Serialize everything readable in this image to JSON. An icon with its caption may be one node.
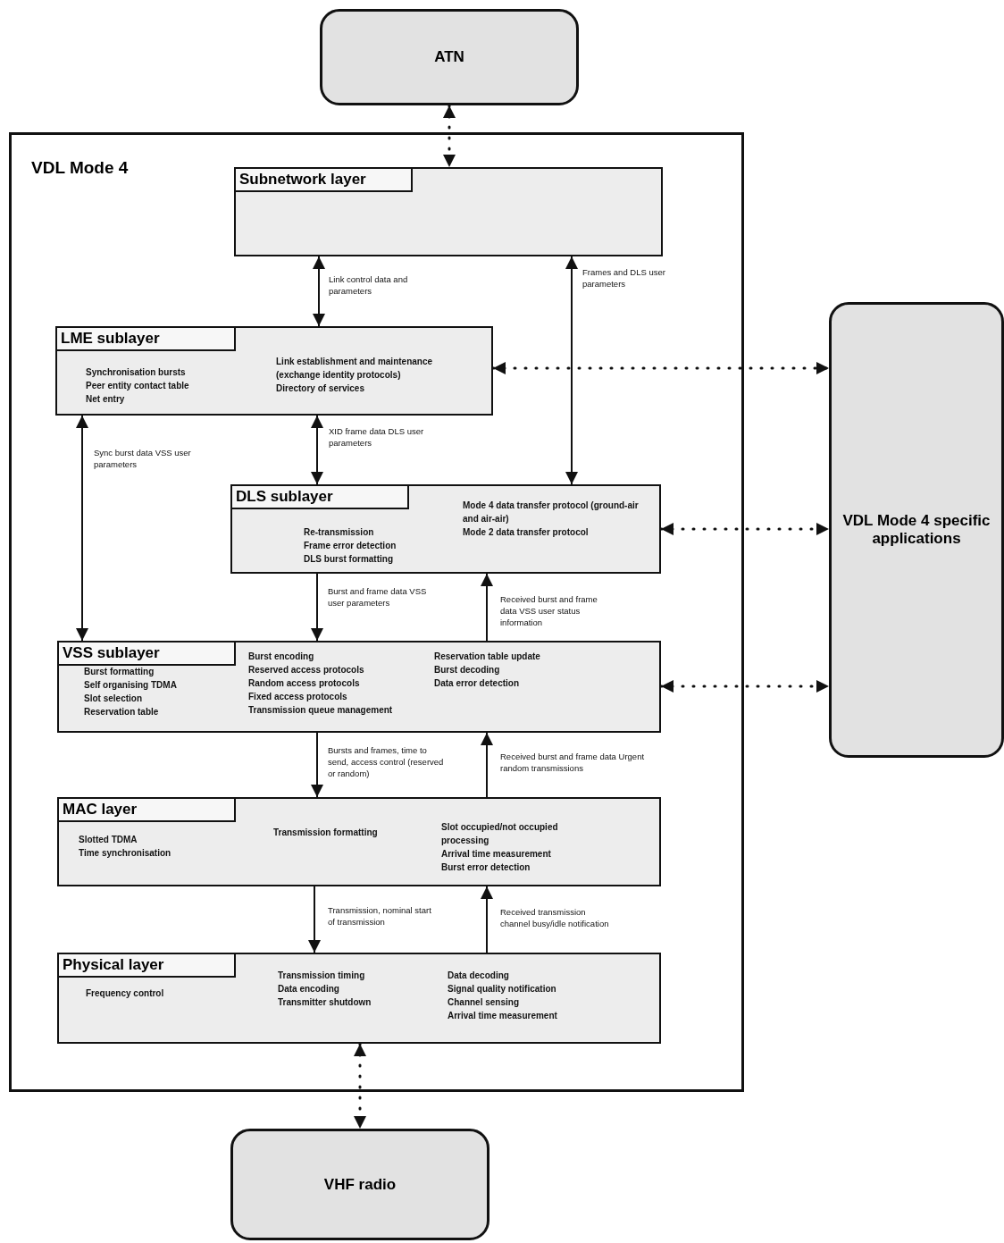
{
  "diagram": {
    "nodes": [
      {
        "text": [
          "ATN"
        ]
      },
      {
        "text": [
          "VDL Mode 4"
        ]
      },
      {
        "text": [
          "Subnetwork layer"
        ],
        "in": 1
      },
      {
        "text": [
          "LME sublayer",
          "Synchronisation bursts",
          "Peer entity contact table",
          "Net entry",
          "Link establishment and maintenance (exchange identity protocols)",
          "Directory of services"
        ],
        "in": 1
      },
      {
        "text": [
          "DLS sublayer",
          "Re-transmission",
          "Frame error detection",
          "DLS burst formatting",
          "Mode 4 data transfer protocol (ground-air and air-air)",
          "Mode 2 data transfer protocol"
        ],
        "in": 1
      },
      {
        "text": [
          "VSS sublayer",
          "Burst formatting",
          "Self organising TDMA",
          "Slot selection",
          "Reservation table",
          "Burst encoding",
          "Reserved access protocols",
          "Random access protocols",
          "Fixed access protocols",
          "Transmission queue management",
          "Reservation table update",
          "Burst decoding",
          "Data error detection"
        ],
        "in": 1
      },
      {
        "text": [
          "MAC layer",
          "Slotted TDMA",
          "Time synchronisation",
          "Transmission formatting",
          "Slot occupied/not occupied processing",
          "Arrival time measurement",
          "Burst error detection"
        ],
        "in": 1
      },
      {
        "text": [
          "Physical layer",
          "Frequency control",
          "Transmission timing",
          "Data encoding",
          "Transmitter shutdown",
          "Data decoding",
          "Signal quality notification",
          "Channel sensing",
          "Arrival time measurement"
        ],
        "in": 1
      },
      {
        "text": [
          "VDL Mode 4 specific applications"
        ]
      },
      {
        "text": [
          "VHF radio"
        ]
      }
    ],
    "edges": [
      {
        "from": 0,
        "to": 2,
        "arrow": "both",
        "style": "dashed"
      },
      {
        "from": 2,
        "to": 3,
        "arrow": "both",
        "label": "Link control data and parameters"
      },
      {
        "from": 2,
        "to": 4,
        "arrow": "both",
        "label": "Frames and DLS user parameters"
      },
      {
        "from": 3,
        "to": 4,
        "arrow": "both",
        "label": "XID frame data DLS user parameters"
      },
      {
        "from": 3,
        "to": 5,
        "arrow": "both",
        "label": "Sync burst data VSS user parameters"
      },
      {
        "from": 4,
        "to": 5,
        "arrow": "to",
        "label": "Burst and frame data VSS user parameters"
      },
      {
        "from": 5,
        "to": 4,
        "arrow": "to",
        "label": "Received burst and frame data VSS user status information"
      },
      {
        "from": 5,
        "to": 6,
        "arrow": "to",
        "label": "Bursts and frames, time to send, access control (reserved or random)"
      },
      {
        "from": 6,
        "to": 5,
        "arrow": "to",
        "label": "Received burst and frame data Urgent random transmissions"
      },
      {
        "from": 6,
        "to": 7,
        "arrow": "to",
        "label": "Transmission, nominal start of transmission"
      },
      {
        "from": 7,
        "to": 6,
        "arrow": "to",
        "label": "Received transmission channel busy/idle notification"
      },
      {
        "from": 7,
        "to": 9,
        "arrow": "both",
        "style": "dashed"
      },
      {
        "from": 3,
        "to": 8,
        "arrow": "both",
        "style": "dashed"
      },
      {
        "from": 4,
        "to": 8,
        "arrow": "both",
        "style": "dashed"
      },
      {
        "from": 5,
        "to": 8,
        "arrow": "both",
        "style": "dashed"
      }
    ]
  }
}
